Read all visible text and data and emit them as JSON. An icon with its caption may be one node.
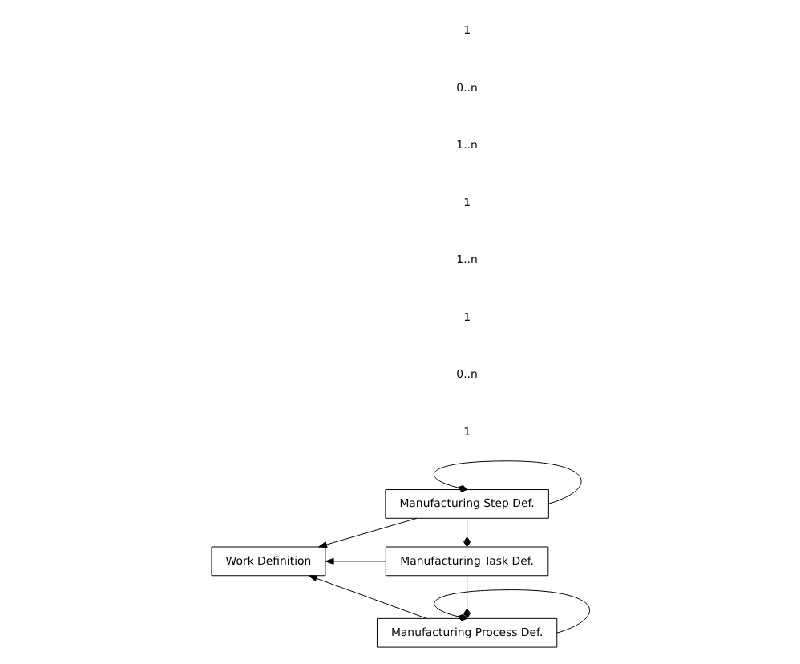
{
  "diagram": {
    "nodes": [
      {
        "text": [
          "Manufacturing Process Def."
        ]
      },
      {
        "text": [
          "Work Definition"
        ]
      },
      {
        "text": [
          "Manufacturing Task Def."
        ]
      },
      {
        "text": [
          "Manufacturing Step Def."
        ]
      }
    ],
    "edges": [
      {
        "from": 0,
        "to": 0,
        "arrow": "other"
      },
      {
        "from": 0,
        "to": 1,
        "arrow": "to"
      },
      {
        "from": 2,
        "to": 0,
        "arrow": "other"
      },
      {
        "from": 2,
        "to": 1,
        "arrow": "to"
      },
      {
        "from": 3,
        "to": 2,
        "arrow": "other"
      },
      {
        "from": 3,
        "to": 1,
        "arrow": "to"
      },
      {
        "from": 3,
        "to": 3,
        "arrow": "other"
      }
    ],
    "labels": [
      "1",
      "0..n",
      "1",
      "1..n",
      "1",
      "1..n",
      "0..n",
      "1"
    ]
  }
}
